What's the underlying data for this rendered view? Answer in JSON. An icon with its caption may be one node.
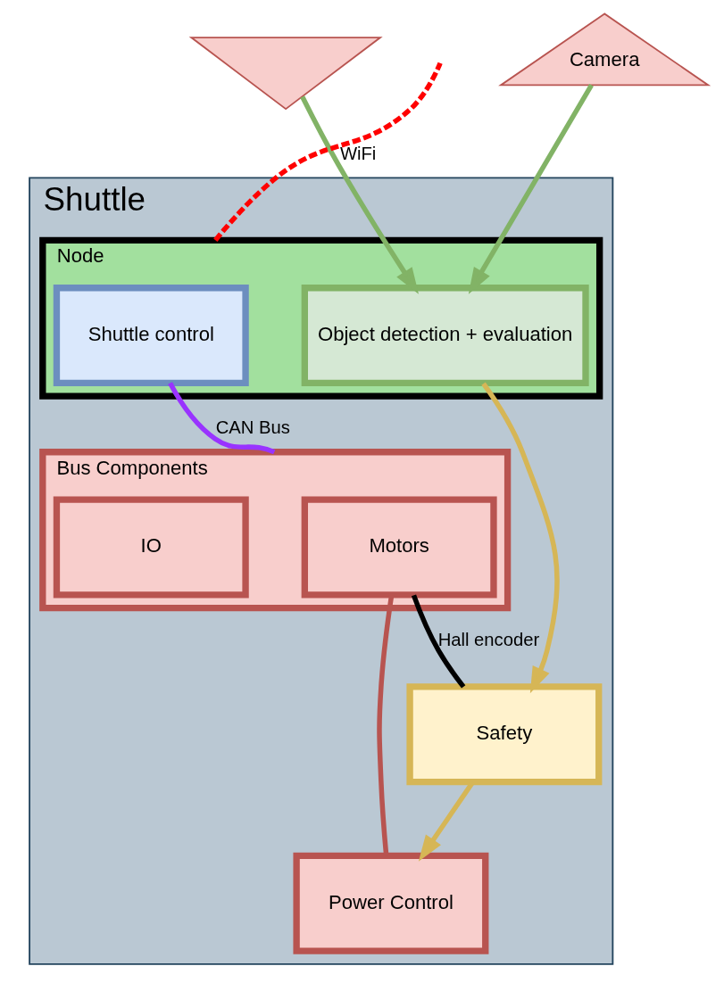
{
  "diagram": {
    "nodes": [
      {
        "text": [],
        "shape": "triangle"
      },
      {
        "text": [
          "Shuttle"
        ]
      },
      {
        "text": [
          "Node"
        ],
        "in": 1
      },
      {
        "text": [
          "Shuttle control"
        ],
        "in": 2
      },
      {
        "text": [
          "Object detection + evaluation"
        ],
        "in": 2
      },
      {
        "text": [
          "Bus Components"
        ],
        "in": 1
      },
      {
        "text": [
          "Motors"
        ],
        "in": 5
      },
      {
        "text": [
          "IO"
        ],
        "in": 5
      },
      {
        "text": [
          "Safety"
        ],
        "in": 1
      },
      {
        "text": [
          "Power Control"
        ],
        "in": 1
      },
      {
        "text": [
          "Camera"
        ]
      }
    ],
    "edges": [
      {
        "from": 0,
        "to": 4,
        "arrow": "to",
        "color": "#82b366"
      },
      {
        "from": 10,
        "to": 4,
        "arrow": "to",
        "color": "#82b366"
      },
      {
        "from": 4,
        "to": 8,
        "arrow": "to",
        "color": "#d6b656"
      },
      {
        "from": 8,
        "to": 9,
        "arrow": "to",
        "color": "#d6b656"
      },
      {
        "from": 3,
        "to": 5,
        "arrow": "none",
        "label": "CAN Bus",
        "color": "#9933ff"
      },
      {
        "from": 6,
        "to": 9,
        "arrow": "none",
        "color": "#b85450"
      },
      {
        "from": 6,
        "to": 8,
        "arrow": "none",
        "label": "Hall encoder",
        "color": "#000000"
      },
      {
        "from": 2,
        "to": null,
        "arrow": "none",
        "label": "WiFi",
        "style": "dashed",
        "color": "#ff0000"
      }
    ]
  }
}
